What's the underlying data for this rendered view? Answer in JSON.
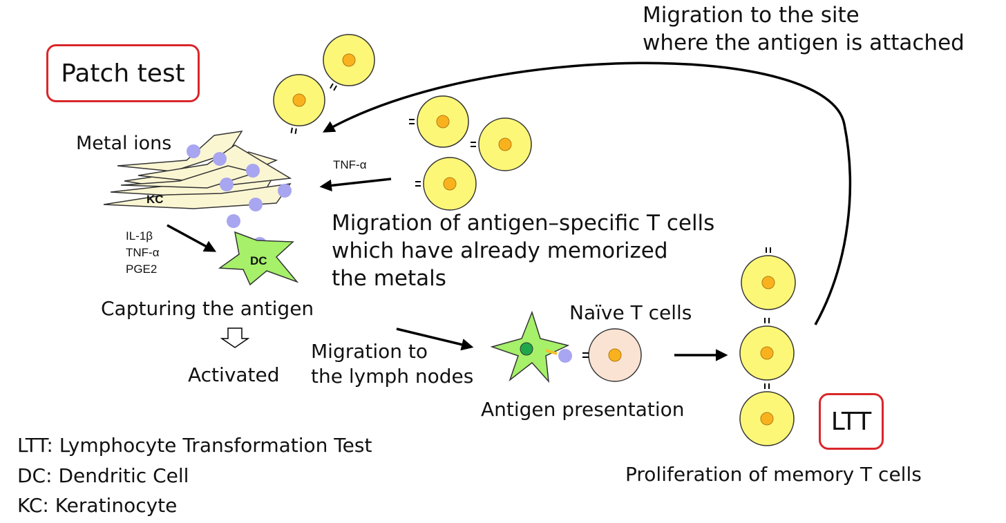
{
  "boxes": {
    "patch_test": "Patch test",
    "ltt": "LTT"
  },
  "labels": {
    "metal_ions": "Metal ions",
    "kc": "KC",
    "dc": "DC",
    "cytokines_1": "IL-1β",
    "cytokines_2": "TNF-α",
    "cytokines_3": "PGE2",
    "tnf_alpha_top": "TNF-α",
    "capturing": "Capturing the antigen",
    "activated": "Activated",
    "migration_lymph_1": "Migration to",
    "migration_lymph_2": "the lymph nodes",
    "migration_specific_1": "Migration of antigen–specific T cells",
    "migration_specific_2": "which have already memorized",
    "migration_specific_3": "the metals",
    "naive": "Naïve T cells",
    "antigen_presentation": "Antigen presentation",
    "proliferation": "Proliferation of memory T cells",
    "migration_site_1": "Migration to the site",
    "migration_site_2": "where the antigen is attached"
  },
  "legend": [
    "LTT: Lymphocyte Transformation Test",
    "DC: Dendritic Cell",
    "KC: Keratinocyte"
  ],
  "colors": {
    "t_cell_fill": "#fdf778",
    "t_cell_nucleus": "#f9b21e",
    "naive_fill": "#fbe3d4",
    "dc_fill": "#a6f06a",
    "kc_fill": "#fbf6d2",
    "metal_ion": "#a8a6f0",
    "box_border": "#d9262a"
  }
}
